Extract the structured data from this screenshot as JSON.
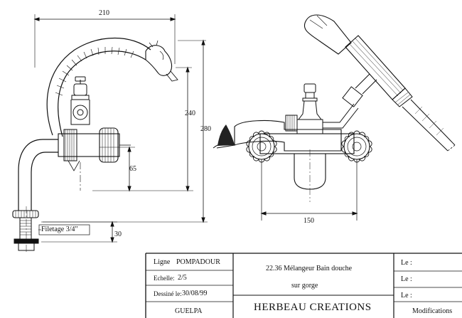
{
  "dimensions": {
    "width_210": "210",
    "height_240": "240",
    "height_280": "280",
    "height_65": "65",
    "height_30": "30",
    "width_150": "150",
    "thread": "Filetage 3/4\""
  },
  "title_block": {
    "ligne_label": "Ligne",
    "ligne_value": "POMPADOUR",
    "echelle_label": "Echelle:",
    "echelle_value": "2/5",
    "dessine_label": "Dessiné le:",
    "dessine_value": "30/08/99",
    "code": "GUELPA",
    "description_line1": "22.36 Mélangeur Bain douche",
    "description_line2": "sur gorge",
    "company": "HERBEAU CREATIONS",
    "le_1": "Le :",
    "le_2": "Le :",
    "le_3": "Le :",
    "modifications": "Modifications"
  }
}
